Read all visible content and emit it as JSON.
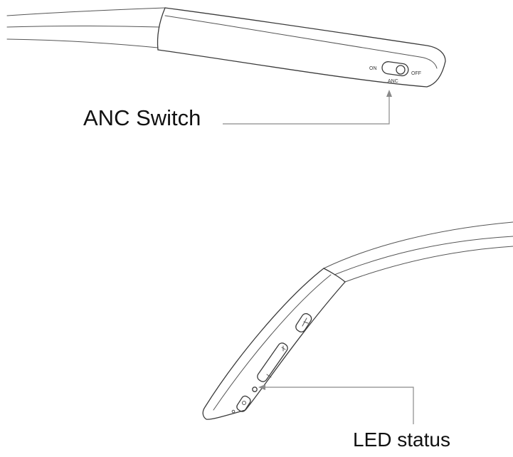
{
  "callouts": {
    "anc_switch": "ANC Switch",
    "led_status": "LED status"
  },
  "device_markings": {
    "on": "ON",
    "off": "OFF",
    "anc": "ANC"
  }
}
